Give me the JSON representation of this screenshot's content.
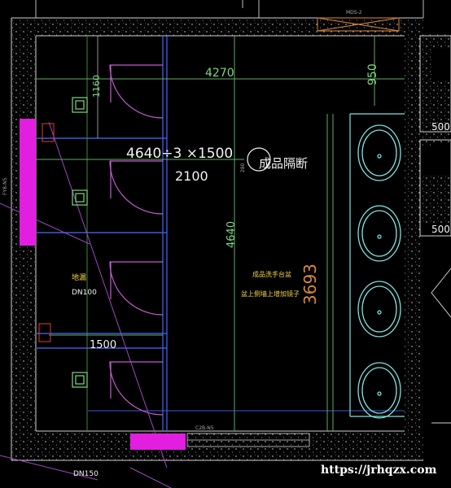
{
  "drawing": {
    "dims": {
      "top_width": "4270",
      "right_top": "950",
      "left_top": "1160",
      "formula": "4640÷3 ×1500",
      "mid": "2100",
      "vertical_total": "4640",
      "counter_length": "3693",
      "stall_width": "1500",
      "right_box_1": "500",
      "right_box_2": "500"
    },
    "labels": {
      "partition": "成品隔断",
      "partition_tag": "280",
      "vanity_line1": "成品洗手台盆",
      "vanity_line2": "盆上侧墙上增加镜子",
      "floor_drain": "地漏",
      "pipe_dn100": "DN100",
      "pipe_dn150": "DN150",
      "left_tag": "FY8-N5",
      "bottom_tag": "C2B-N5",
      "top_tag": "MDS-2",
      "watermark": "https://jrhqzx.com"
    },
    "colors": {
      "background": "#000000",
      "wall_speckle": "#d8d8d8",
      "partition_blue": "#3a5ad8",
      "dim_green": "#8fe08f",
      "fixture_cyan": "#7be3e0",
      "door_purple": "#c45ad0",
      "magenta_fill": "#e21ee0",
      "red_mark": "#e23b3b"
    }
  }
}
